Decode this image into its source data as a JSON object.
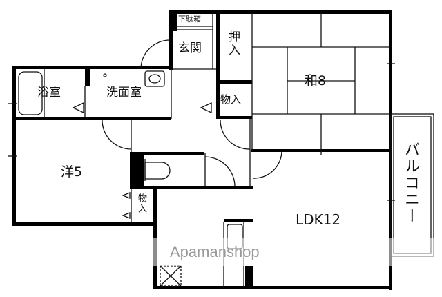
{
  "floorplan": {
    "rooms": {
      "genkan": "玄関",
      "shoe_box": "下駄箱",
      "oshiire": "押入",
      "washitsu": "和8",
      "bath": "浴室",
      "washroom": "洗面室",
      "storage_hall": "物入",
      "western": "洋5",
      "storage_western": "物入",
      "ldk": "LDK12",
      "balcony": "バルコニー"
    },
    "watermark": "Apamanshop",
    "colors": {
      "wall": "#000000",
      "line": "#111111",
      "watermark": "#9a9a9a"
    }
  }
}
